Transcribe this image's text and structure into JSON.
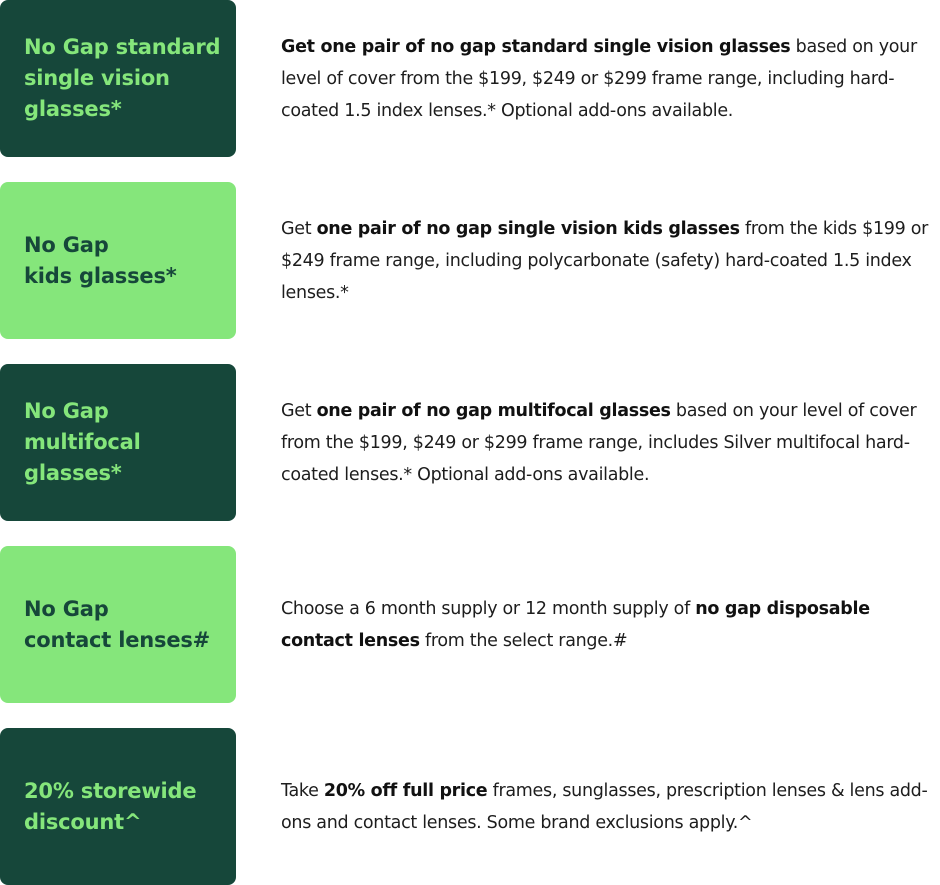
{
  "benefits": [
    {
      "title_lines": [
        "No Gap standard",
        "single vision",
        "glasses*"
      ],
      "tile_style": "dark",
      "description_parts": [
        {
          "text": "Get one pair of no gap standard single vision glasses",
          "bold": true
        },
        {
          "text": " based on your level of cover from the $199, $249 or $299 frame range, including hard-coated 1.5 index lenses.* Optional add-ons available.",
          "bold": false
        }
      ]
    },
    {
      "title_lines": [
        "No Gap",
        "kids glasses*"
      ],
      "tile_style": "light",
      "description_parts": [
        {
          "text": "Get ",
          "bold": false
        },
        {
          "text": "one pair of no gap single vision kids glasses",
          "bold": true
        },
        {
          "text": " from the kids $199 or $249 frame range, including polycarbonate (safety) hard-coated 1.5 index lenses.*",
          "bold": false
        }
      ]
    },
    {
      "title_lines": [
        "No Gap",
        "multifocal",
        "glasses*"
      ],
      "tile_style": "dark",
      "description_parts": [
        {
          "text": "Get ",
          "bold": false
        },
        {
          "text": "one pair of no gap multifocal glasses",
          "bold": true
        },
        {
          "text": " based on your level of cover from the $199, $249 or $299 frame range, includes Silver multifocal hard-coated lenses.* Optional add-ons available.",
          "bold": false
        }
      ]
    },
    {
      "title_lines": [
        "No Gap",
        "contact lenses#"
      ],
      "tile_style": "light",
      "description_parts": [
        {
          "text": "Choose a 6 month supply or 12 month supply of ",
          "bold": false
        },
        {
          "text": "no gap disposable contact lenses",
          "bold": true
        },
        {
          "text": " from the select range.#",
          "bold": false
        }
      ]
    },
    {
      "title_lines": [
        "20% storewide",
        "discount^"
      ],
      "tile_style": "dark",
      "description_parts": [
        {
          "text": "Take ",
          "bold": false
        },
        {
          "text": "20% off full price",
          "bold": true
        },
        {
          "text": " frames, sunglasses, prescription lenses & lens add-ons and contact lenses. Some brand exclusions apply.^",
          "bold": false
        }
      ]
    }
  ],
  "colors": {
    "dark_green": "#16473a",
    "light_green": "#85e67b",
    "text": "#1d1d1d"
  }
}
